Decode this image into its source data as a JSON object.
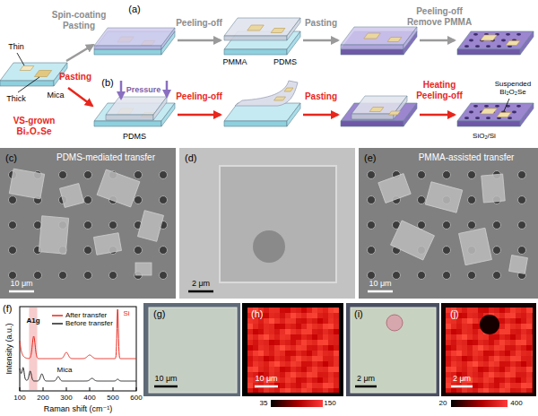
{
  "diagram": {
    "labels": [
      "(a)",
      "Spin-coating Pasting",
      "Peeling-off",
      "Pasting",
      "Peeling-off Remove PMMA",
      "PMMA",
      "PDMS",
      "Thin",
      "Thick",
      "Mica",
      "VS-grown Bi₂O₂Se",
      "(b)",
      "Pasting",
      "Pressure",
      "PDMS",
      "Peeling-off",
      "Pasting",
      "Heating Peeling-off",
      "Suspended Bi₂O₂Se",
      "SiO₂/Si",
      "(c)",
      "PDMS-mediated transfer",
      "10 μm",
      "(d)",
      "2 μm",
      "(e)",
      "PMMA-assisted transfer",
      "10 μm",
      "(f)",
      "A1g",
      "Si",
      "Mica",
      "Intensity (a.u.)",
      "Raman shift (cm⁻¹)",
      "100",
      "200",
      "300",
      "400",
      "500",
      "600",
      "(g)",
      "10 μm",
      "(h)",
      "10 μm",
      "35",
      "150",
      "(i)",
      "2 μm",
      "(j)",
      "2 μm",
      "20",
      "400"
    ],
    "legend": [
      {
        "text": "After transfer"
      },
      {
        "text": "Before transfer"
      }
    ]
  }
}
